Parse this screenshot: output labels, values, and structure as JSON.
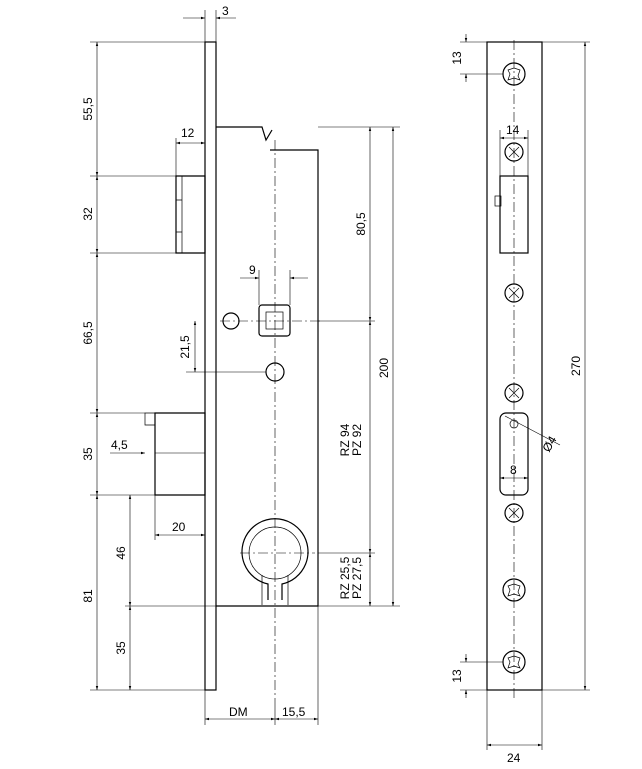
{
  "side_view": {
    "dim_faceplate_thickness": "3",
    "dim_top_to_latch": "55,5",
    "dim_latch_height": "32",
    "dim_latch_depth": "12",
    "dim_latch_to_spindle": "66,5",
    "dim_spindle_square": "9",
    "dim_spindle_offset": "21,5",
    "dim_bolt_height": "35",
    "dim_bolt_offset": "4,5",
    "dim_bolt_depth": "20",
    "dim_bolt_to_cyl": "46",
    "dim_cyl_to_bottom": "35",
    "dim_bottom_total": "81",
    "dim_case_upper": "80,5",
    "dim_case_total": "200",
    "dim_rz_center": "RZ 94",
    "dim_pz_center": "PZ 92",
    "dim_rz_cyl": "RZ 25,5",
    "dim_pz_cyl": "PZ 27,5",
    "dim_backset": "DM",
    "dim_cyl_half": "15,5"
  },
  "front_view": {
    "dim_screw_top": "13",
    "dim_latch_width": "14",
    "dim_total_height": "270",
    "dim_hole_diameter": "Ø4",
    "dim_slot_width": "8",
    "dim_screw_bottom": "13",
    "dim_plate_width": "24"
  }
}
